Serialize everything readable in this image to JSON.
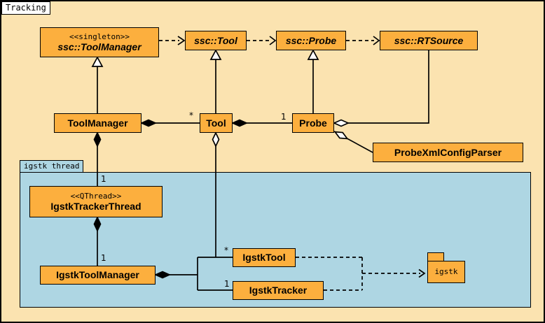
{
  "diagram": {
    "package_title": "Tracking",
    "thread_region_label": "igstk thread",
    "colors": {
      "background": "#fbe3b0",
      "box": "#fcaf3e",
      "thread_region": "#aed6e3",
      "line": "#000000"
    }
  },
  "classes": {
    "ssc_toolmanager": {
      "stereotype": "<<singleton>>",
      "name": "ssc::ToolManager",
      "abstract": true
    },
    "ssc_tool": {
      "name": "ssc::Tool",
      "abstract": true
    },
    "ssc_probe": {
      "name": "ssc::Probe",
      "abstract": true
    },
    "ssc_rtsource": {
      "name": "ssc::RTSource",
      "abstract": true
    },
    "toolmanager": {
      "name": "ToolManager"
    },
    "tool": {
      "name": "Tool"
    },
    "probe": {
      "name": "Probe"
    },
    "probe_xml_config_parser": {
      "name": "ProbeXmlConfigParser"
    },
    "igstk_tracker_thread": {
      "stereotype": "<<QThread>>",
      "name": "IgstkTrackerThread"
    },
    "igstk_tool_manager": {
      "name": "IgstkToolManager"
    },
    "igstk_tool": {
      "name": "IgstkTool"
    },
    "igstk_tracker": {
      "name": "IgstkTracker"
    },
    "igstk_package": {
      "name": "igstk"
    }
  },
  "multiplicities": {
    "toolmanager_tool": "*",
    "tool_probe": "1",
    "toolmanager_trackerthread": "1",
    "trackerthread_toolmanager": "1",
    "igstktoolmanager_igstktool": "*",
    "igstktoolmanager_igstktracker": "1"
  },
  "relationships": [
    {
      "from": "ssc::ToolManager",
      "to": "ssc::Tool",
      "type": "dependency"
    },
    {
      "from": "ssc::Tool",
      "to": "ssc::Probe",
      "type": "dependency"
    },
    {
      "from": "ssc::Probe",
      "to": "ssc::RTSource",
      "type": "dependency"
    },
    {
      "from": "ToolManager",
      "to": "ssc::ToolManager",
      "type": "generalization"
    },
    {
      "from": "Tool",
      "to": "ssc::Tool",
      "type": "generalization"
    },
    {
      "from": "Probe",
      "to": "ssc::Probe",
      "type": "generalization"
    },
    {
      "from": "ToolManager",
      "to": "Tool",
      "type": "composition",
      "multiplicity": "*"
    },
    {
      "from": "Tool",
      "to": "Probe",
      "type": "composition",
      "multiplicity": "1"
    },
    {
      "from": "Probe",
      "to": "ssc::RTSource",
      "type": "aggregation"
    },
    {
      "from": "Probe",
      "to": "ProbeXmlConfigParser",
      "type": "aggregation"
    },
    {
      "from": "ToolManager",
      "to": "IgstkTrackerThread",
      "type": "composition",
      "multiplicity": "1"
    },
    {
      "from": "IgstkTrackerThread",
      "to": "IgstkToolManager",
      "type": "composition",
      "multiplicity": "1"
    },
    {
      "from": "IgstkToolManager",
      "to": "IgstkTool",
      "type": "composition",
      "multiplicity": "*"
    },
    {
      "from": "IgstkToolManager",
      "to": "IgstkTracker",
      "type": "composition",
      "multiplicity": "1"
    },
    {
      "from": "Tool",
      "to": "IgstkTool",
      "type": "aggregation"
    },
    {
      "from": "IgstkTool",
      "to": "igstk",
      "type": "dependency"
    },
    {
      "from": "IgstkTracker",
      "to": "igstk",
      "type": "dependency"
    }
  ]
}
